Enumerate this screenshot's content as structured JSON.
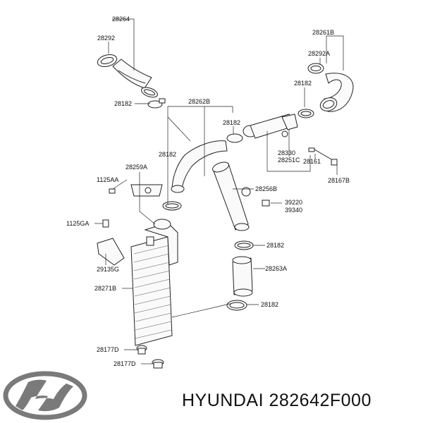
{
  "labels": {
    "p28264": "28264",
    "p28292": "28292",
    "p28182_a": "28182",
    "p28262B": "28262B",
    "p28182_b": "28182",
    "p28182_c": "28182",
    "p28261B": "28261B",
    "p28292A": "28292A",
    "p28182_d": "28182",
    "p28251C": "28251C",
    "p28330": "28330",
    "p28161": "28161",
    "p28167B": "28167B",
    "p28259A": "28259A",
    "p1125AA": "1125AA",
    "p28256B": "28256B",
    "p39220": "39220",
    "p39340": "39340",
    "p1125GA": "1125GA",
    "p28182_e": "28182",
    "p29135G": "29135G",
    "p28263A": "28263A",
    "p28271B": "28271B",
    "p28182_f": "28182",
    "p28177D_a": "28177D",
    "p28177D_b": "28177D"
  },
  "caption": "HYUNDAI 282642F000",
  "logo_icon": "hyundai-logo-icon"
}
